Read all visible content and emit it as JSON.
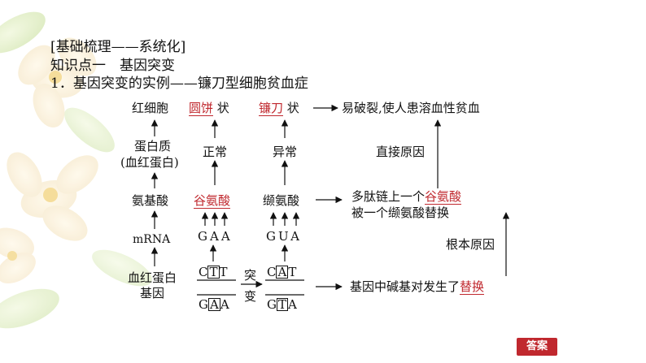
{
  "header": {
    "section": "[基础梳理——系统化]",
    "knowledge_point": "知识点一　基因突变",
    "item": "1．基因突变的实例——镰刀型细胞贫血症"
  },
  "diagram": {
    "row_labels": {
      "rbc": "红细胞",
      "protein_l1": "蛋白质",
      "protein_l2": "(血红蛋白)",
      "amino": "氨基酸",
      "mrna": "mRNA",
      "gene_l1": "血红蛋白",
      "gene_l2": "基因"
    },
    "normal": {
      "cell_shape": "圆饼",
      "cell_suffix": "状",
      "protein": "正常",
      "amino": "谷氨酸",
      "mrna": "GAA",
      "dna_top_1": "C",
      "dna_top_box": "T",
      "dna_top_2": "T",
      "dna_bot_1": "G",
      "dna_bot_box": "A",
      "dna_bot_2": "A"
    },
    "mutant": {
      "cell_shape": "镰刀",
      "cell_suffix": "状",
      "protein": "异常",
      "amino": "缬氨酸",
      "mrna": "GUA",
      "dna_top_1": "C",
      "dna_top_box": "A",
      "dna_top_2": "T",
      "dna_bot_1": "G",
      "dna_bot_box": "T",
      "dna_bot_2": "A"
    },
    "mutation_label_1": "突",
    "mutation_label_2": "变",
    "result_top": "易破裂,使人患溶血性贫血",
    "direct_cause": "直接原因",
    "polypeptide_l1_prefix": "多肽链上一个",
    "polypeptide_l1_red": "谷氨酸",
    "polypeptide_l2": "被一个缬氨酸替换",
    "root_cause": "根本原因",
    "base_change_prefix": "基因中碱基对发生了",
    "base_change_red": "替换"
  },
  "answer_button": "答案",
  "colors": {
    "accent": "#c0282e"
  }
}
